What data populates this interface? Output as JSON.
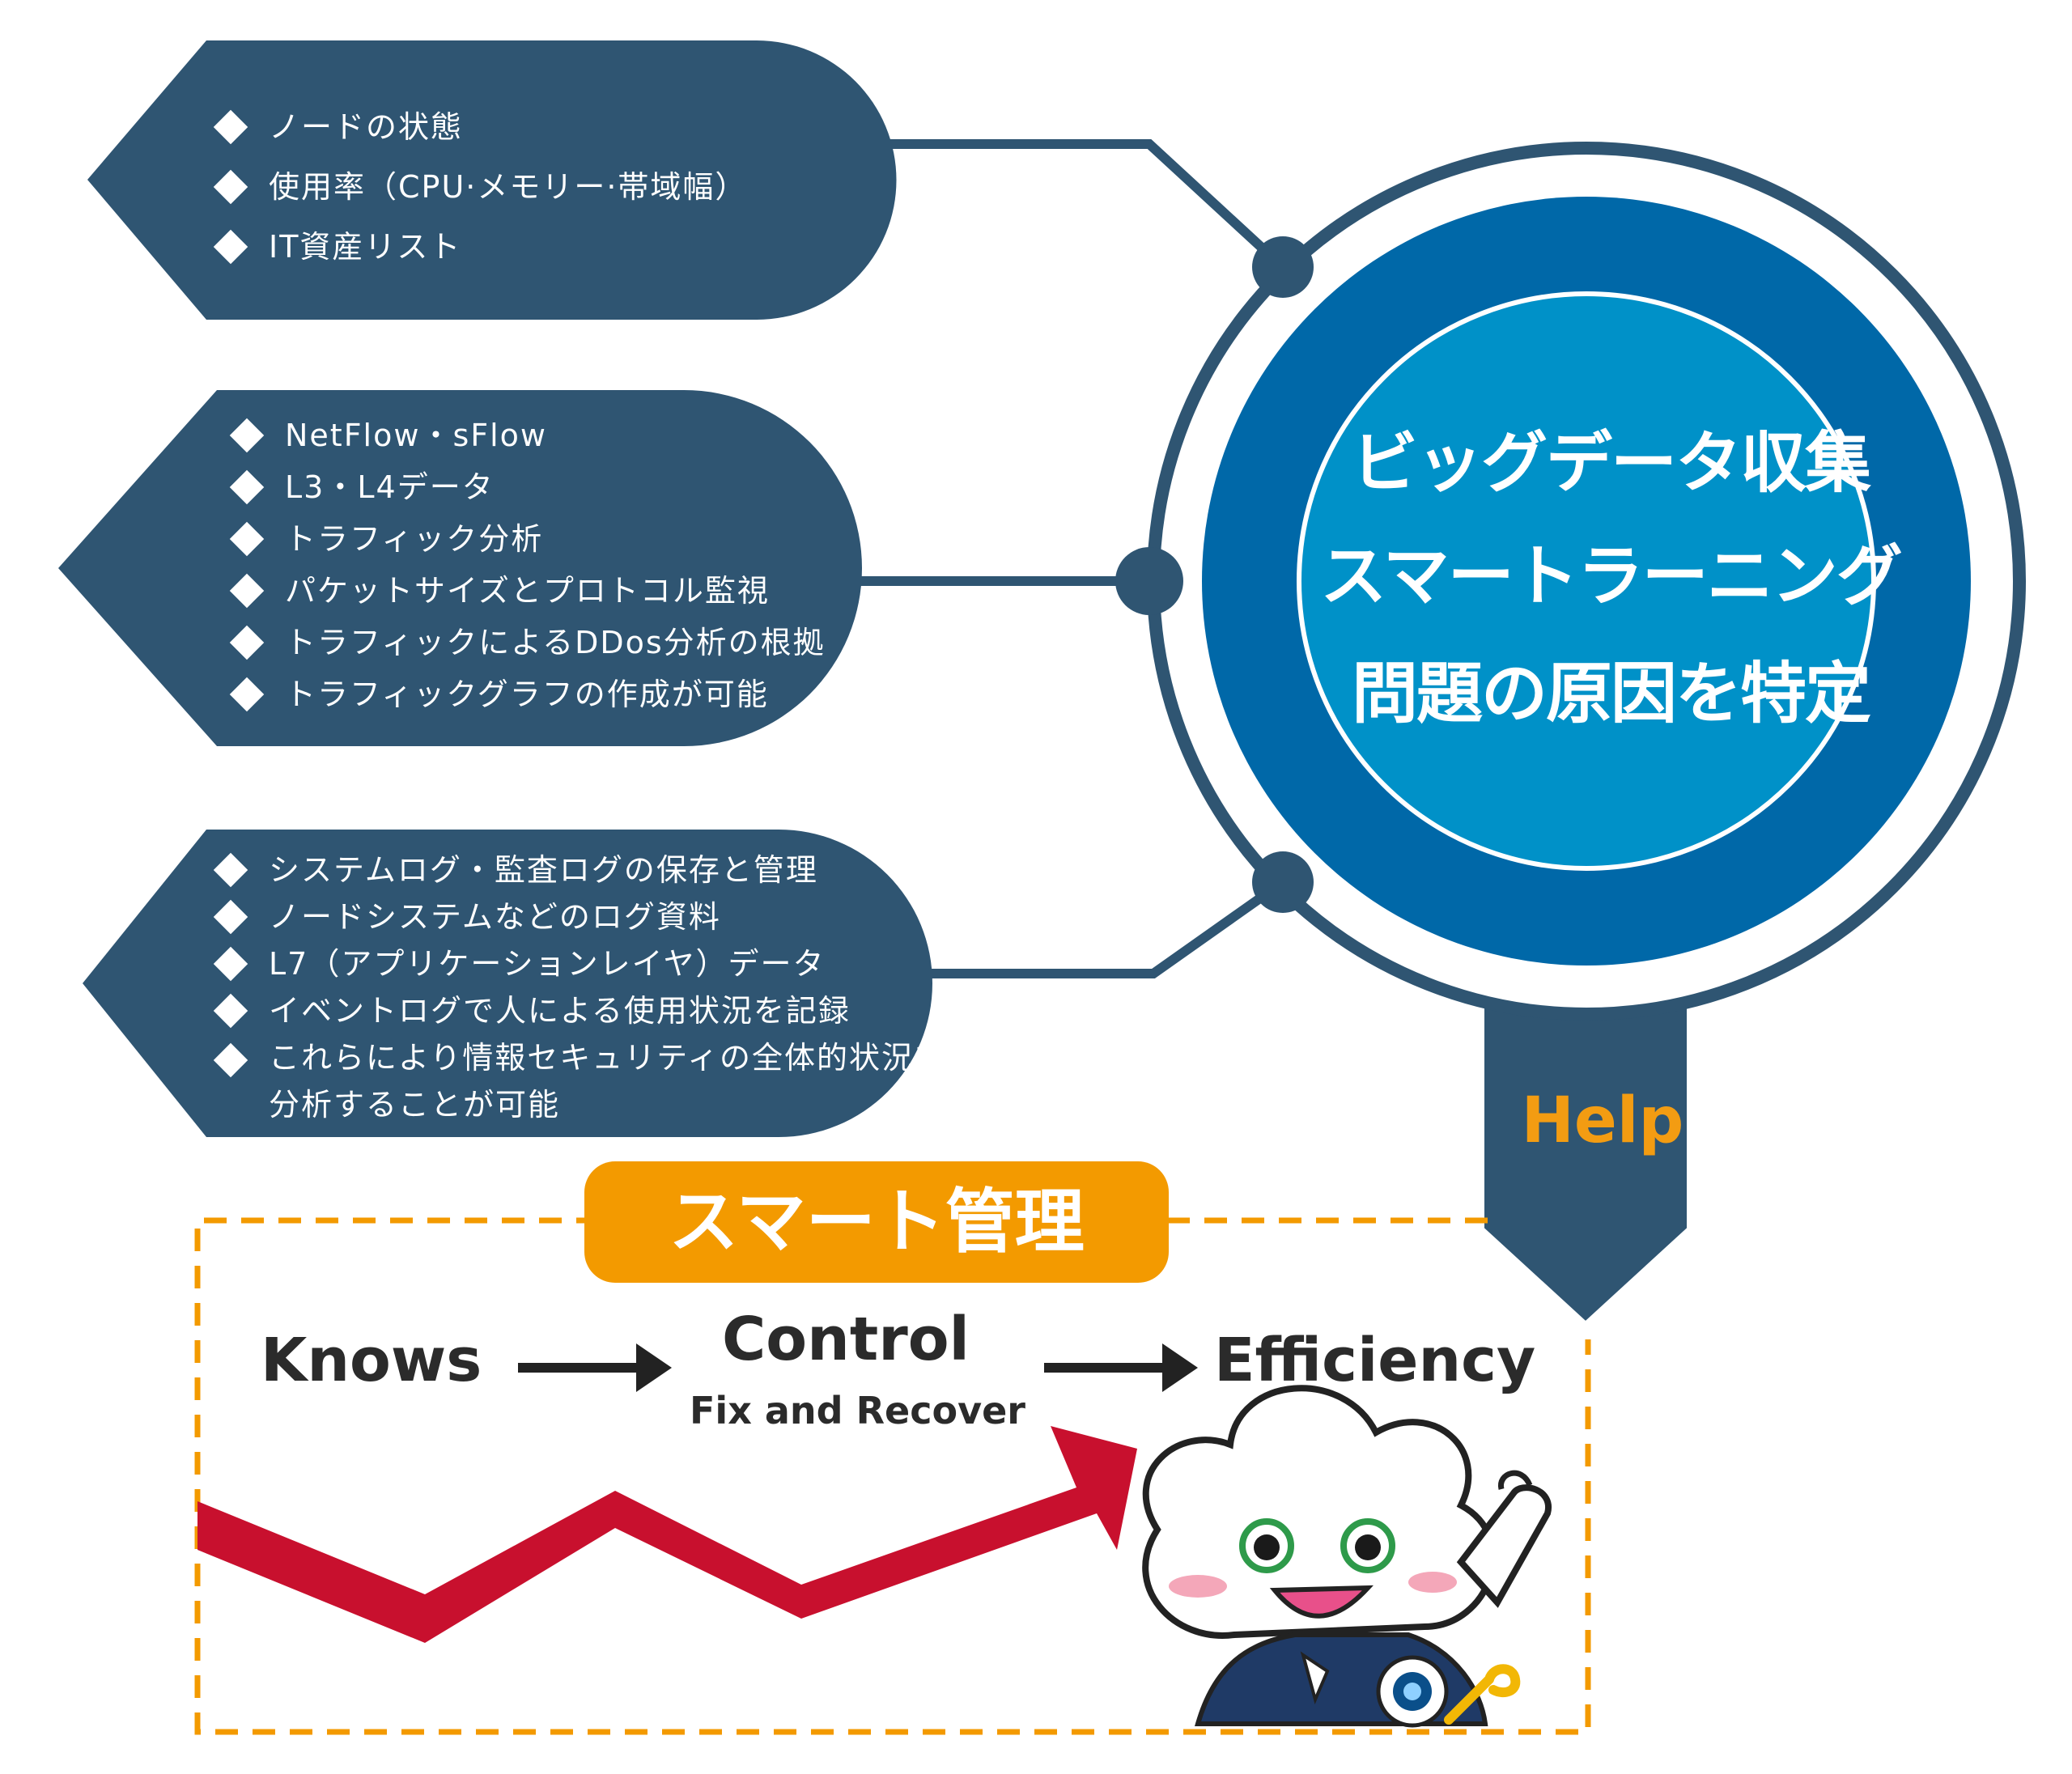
{
  "panels": [
    {
      "items": [
        "ノードの状態",
        "使用率（CPU·メモリー·帯域幅）",
        "IT資産リスト"
      ]
    },
    {
      "items": [
        "NetFlow・sFlow",
        "L3・L4データ",
        "トラフィック分析",
        "パケットサイズとプロトコル監視",
        "トラフィックによるDDos分析の根拠",
        "トラフィックグラフの作成が可能"
      ]
    },
    {
      "items": [
        "システムログ・監査ログの保存と管理",
        "ノードシステムなどのログ資料",
        "L7（アプリケーションレイヤ）データ",
        "イベントログで人による使用状況を記録",
        "これらにより情報セキュリティの全体的状況を",
        "分析することが可能"
      ]
    }
  ],
  "circle": {
    "line1": "ビッグデータ収集",
    "line2": "スマートラーニング",
    "line3": "問題の原因を特定"
  },
  "help_label": "Help",
  "smart": {
    "title": "スマート管理",
    "step1": "Knows",
    "step2": "Control",
    "step2_sub": "Fix and Recover",
    "step3": "Efficiency"
  },
  "colors": {
    "panel": "#2f5572",
    "circle_outer_ring": "#2f5572",
    "circle_band": "#0068a8",
    "circle_inner": "#0091c8",
    "accent_orange": "#f39a00",
    "trend_red": "#c8102e",
    "text_dark": "#2b2b2b"
  },
  "icons": {
    "bullet": "white-diamond-icon",
    "mascot": "cloud-mascot-icon"
  }
}
